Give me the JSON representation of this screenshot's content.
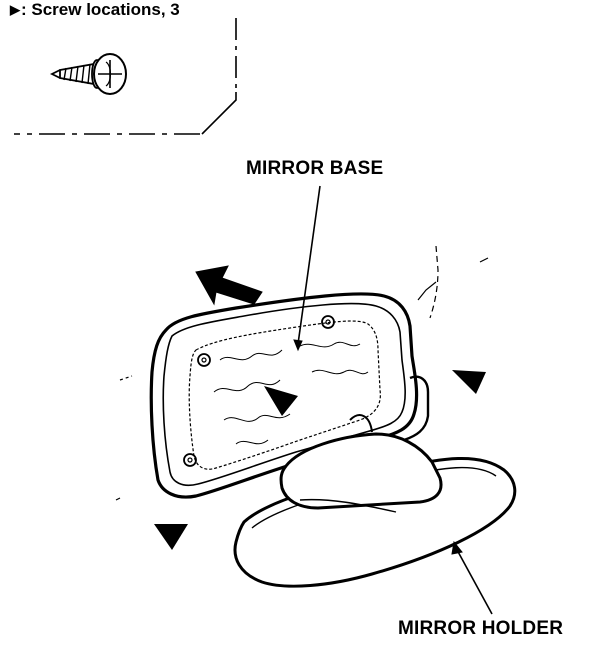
{
  "legend": {
    "marker_glyph": "▶",
    "text": ": Screw locations, 3"
  },
  "labels": {
    "mirror_base": "MIRROR BASE",
    "mirror_holder": "MIRROR HOLDER"
  },
  "screw_count": 3,
  "colors": {
    "ink": "#000000",
    "paper": "#ffffff"
  }
}
